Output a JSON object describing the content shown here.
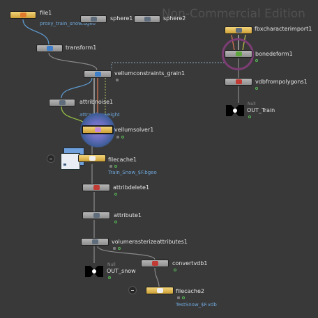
{
  "watermark": "Non-Commercial Edition",
  "nodes": {
    "file1": {
      "name": "file1",
      "sub": "proxy_train_snow.bgeo"
    },
    "sphere1": {
      "name": "sphere1"
    },
    "sphere2": {
      "name": "sphere2"
    },
    "fbx": {
      "name": "fbxcharacterimport1"
    },
    "transform1": {
      "name": "transform1"
    },
    "bonedeform1": {
      "name": "bonedeform1"
    },
    "vellumconstraints": {
      "name": "vellumconstraints_grain1"
    },
    "vdbfrompolygons1": {
      "name": "vdbfrompolygons1"
    },
    "attribnoise1": {
      "name": "attribnoise1",
      "sub": "attractionweight"
    },
    "out_train": {
      "name": "OUT_Train",
      "tag": "Null"
    },
    "vellumsolver1": {
      "name": "vellumsolver1"
    },
    "filecache1": {
      "name": "filecache1",
      "sub": "Train_Snow_$F.bgeo"
    },
    "attribdelete1": {
      "name": "attribdelete1"
    },
    "attribute1": {
      "name": "attribute1"
    },
    "volumeraster": {
      "name": "volumerasterizeattributes1"
    },
    "convertvdb1": {
      "name": "convertvdb1"
    },
    "out_snow": {
      "name": "OUT_snow",
      "tag": "Null"
    },
    "filecache2": {
      "name": "filecache2",
      "sub": "TestSnow_$F.vdb"
    }
  },
  "colors": {
    "background": "#393939",
    "wire": "#8a8a8a",
    "wire_blue": "#5f9fd6",
    "wire_orange": "#e07b55",
    "wire_dashed": "#8aa8c0",
    "node_gray": "#a6a6a6",
    "node_yellow": "#e3bf5a",
    "label": "#e6e6e6",
    "sublabel": "#6fa8dc",
    "ring": "#7b3d73"
  }
}
